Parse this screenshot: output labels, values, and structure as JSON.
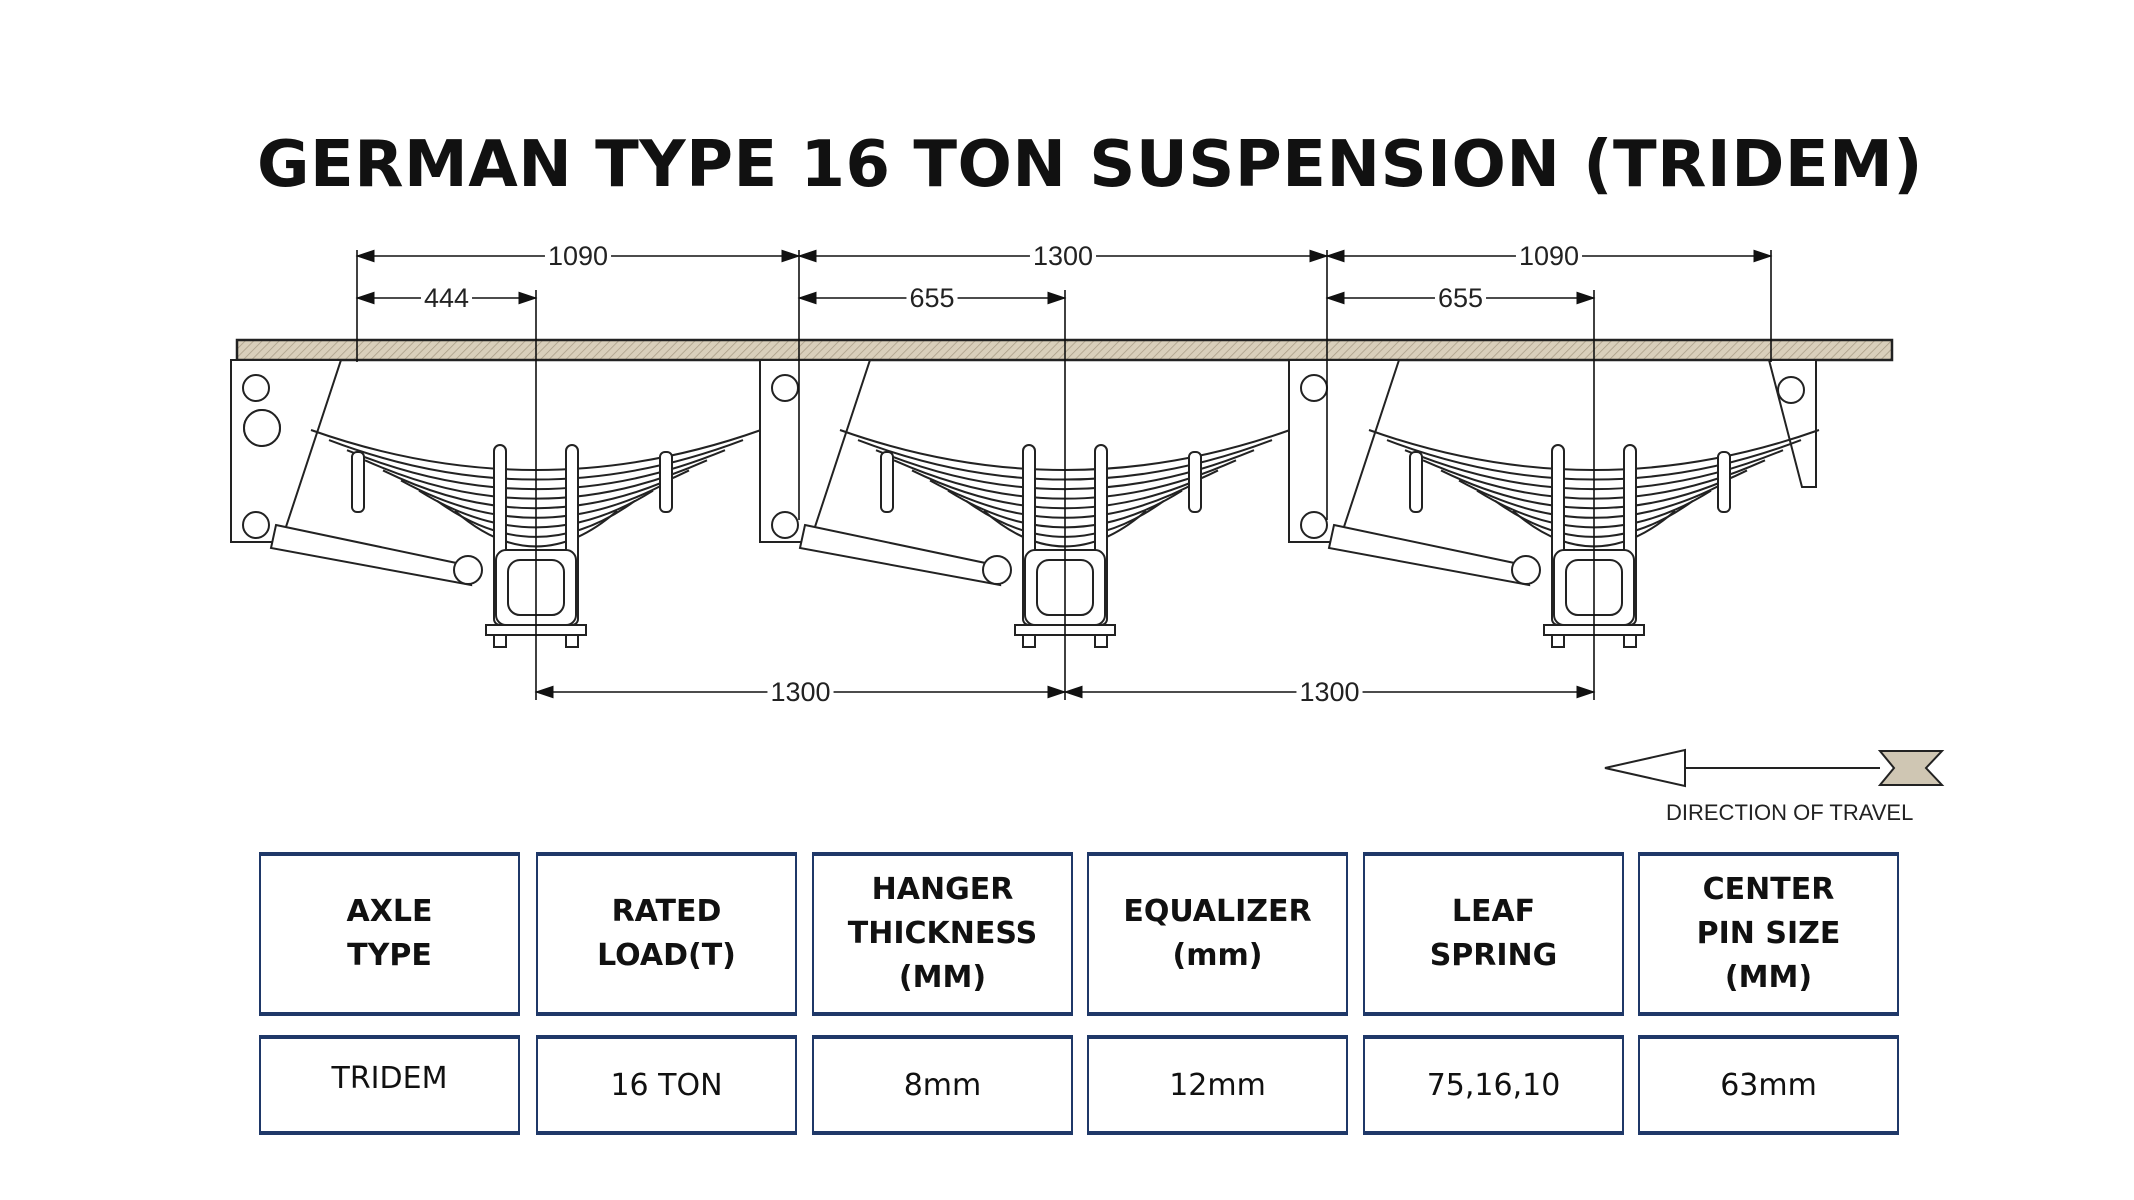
{
  "title": "GERMAN TYPE 16 TON SUSPENSION (TRIDEM)",
  "dimensions": {
    "top_row": [
      "1090",
      "1300",
      "1090"
    ],
    "second_row": [
      "444",
      "655",
      "655"
    ],
    "bottom_row": [
      "1300",
      "1300"
    ]
  },
  "direction_label": "DIRECTION OF TRAVEL",
  "table": {
    "headers": [
      "AXLE\nTYPE",
      "RATED\nLOAD(T)",
      "HANGER\nTHICKNESS\n(MM)",
      "EQUALIZER\n(mm)",
      "LEAF\nSPRING",
      "CENTER\nPIN SIZE\n(MM)"
    ],
    "values": [
      "TRIDEM",
      "16 TON",
      "8mm",
      "12mm",
      "75,16,10",
      "63mm"
    ]
  },
  "colors": {
    "frame": "#d6cbb6",
    "border": "#1f3868",
    "arrow_fill": "#cfc6b3"
  }
}
